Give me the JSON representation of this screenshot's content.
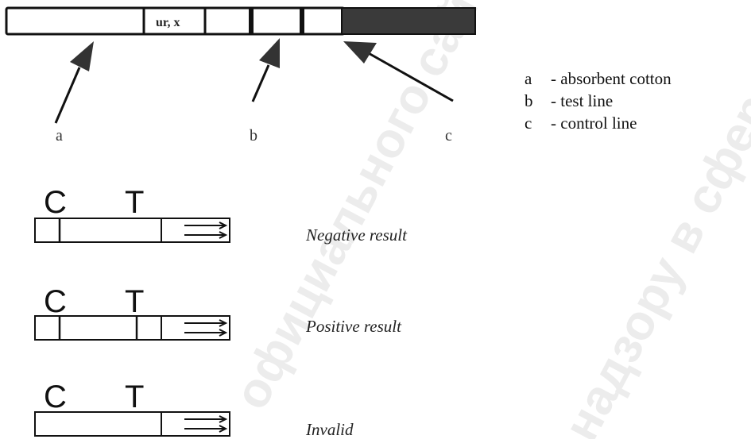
{
  "strip": {
    "marking": "ur, x"
  },
  "labels": {
    "a": "a",
    "b": "b",
    "c": "c"
  },
  "legend": [
    {
      "key": "a",
      "text": "- absorbent cotton"
    },
    {
      "key": "b",
      "text": "- test line"
    },
    {
      "key": "c",
      "text": "- control line"
    }
  ],
  "cassettes": [
    {
      "c": "C",
      "t": "T",
      "result": "Negative result"
    },
    {
      "c": "C",
      "t": "T",
      "result": "Positive result"
    },
    {
      "c": "C",
      "t": "T",
      "result": "Invalid"
    }
  ],
  "watermark": {
    "line1": "официального сайта",
    "line2": "надзору в сфере з"
  }
}
